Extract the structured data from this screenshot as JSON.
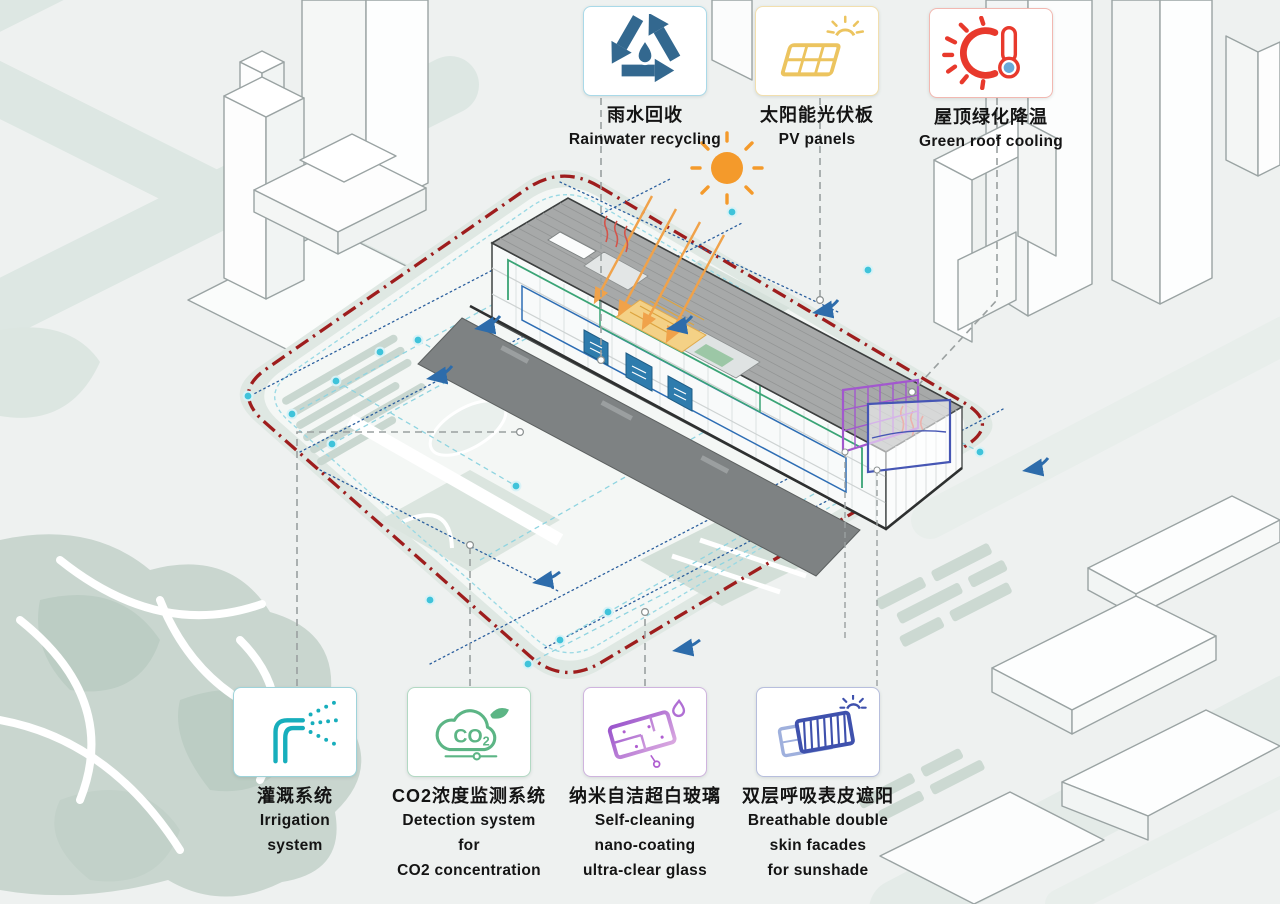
{
  "callouts": [
    {
      "id": "rainwater-recycling",
      "zh": "雨水回收",
      "en": [
        "Rainwater recycling"
      ],
      "icon": "recycle-droplet-icon",
      "accent": "#33688f",
      "border": "#a9d9e8"
    },
    {
      "id": "pv-panels",
      "zh": "太阳能光伏板",
      "en": [
        "PV panels"
      ],
      "icon": "solar-panel-icon",
      "accent": "#ecc45f",
      "border": "#f2dfae"
    },
    {
      "id": "green-roof-cooling",
      "zh": "屋顶绿化降温",
      "en": [
        "Green roof cooling"
      ],
      "icon": "sun-thermometer-icon",
      "accent": "#e8392c",
      "border": "#f2b8b1"
    },
    {
      "id": "irrigation-system",
      "zh": "灌溉系统",
      "en": [
        "Irrigation",
        "system"
      ],
      "icon": "sprinkler-icon",
      "accent": "#17aebc",
      "border": "#9ed3da"
    },
    {
      "id": "co2-detection",
      "zh": "CO2浓度监测系统",
      "en": [
        "Detection system",
        "for",
        "CO2 concentration"
      ],
      "icon": "co2-cloud-icon",
      "accent": "#5cb585",
      "border": "#b2d9c3"
    },
    {
      "id": "self-cleaning-glass",
      "zh": "纳米自洁超白玻璃",
      "en": [
        "Self-cleaning",
        "nano-coating",
        "ultra-clear glass"
      ],
      "icon": "glass-panel-icon",
      "accent": "#b05fd1",
      "border": "#cfb4de"
    },
    {
      "id": "double-skin-facade",
      "zh": "双层呼吸表皮遮阳",
      "en": [
        "Breathable double",
        "skin facades",
        "for sunshade"
      ],
      "icon": "double-facade-icon",
      "accent": "#3f51ad",
      "border": "#b7bedd"
    }
  ],
  "scene": {
    "sun_color": "#f49a2b",
    "boundary_color": "#9e1d1d",
    "network_node_color": "#3fc3da",
    "network_line_color": "#8fd4e0",
    "flow_arrow_color": "#2d6cab",
    "duct_green": "#3aa476",
    "duct_blue": "#2d6db4",
    "pv_patch_color": "#f4d186",
    "mesh_purple": "#a258ce",
    "mesh_blue": "#4656b4",
    "co2_icon_text": "CO",
    "co2_icon_sub": "2"
  }
}
